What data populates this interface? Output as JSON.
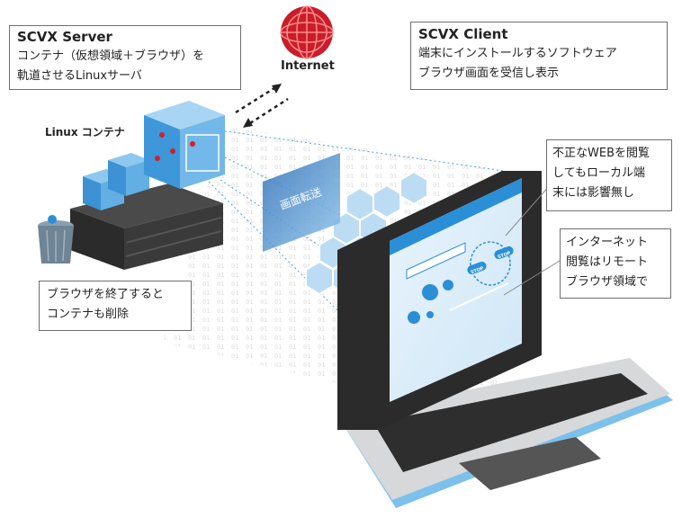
{
  "server_box": {
    "title": "SCVX Server",
    "lines": [
      "コンテナ（仮想領域＋ブラウザ）を",
      "軌道させるLinuxサーバ"
    ]
  },
  "client_box": {
    "title": "SCVX Client",
    "lines": [
      "端末にインストールするソフトウェア",
      "ブラウザ画面を受信し表示"
    ]
  },
  "internet_label": "Internet",
  "container_label": "Linux コンテナ",
  "transfer_label": "画面転送",
  "callout_unsafe": {
    "lines": [
      "不正なWEBを閲覧",
      "してもローカル端",
      "末には影響無し"
    ]
  },
  "callout_remote": {
    "lines": [
      "インターネット",
      "閲覧はリモート",
      "ブラウザ領域で"
    ]
  },
  "callout_delete": {
    "lines": [
      "ブラウザを終了すると",
      "コンテナも削除"
    ]
  },
  "stop_label": "STOP",
  "colors": {
    "accent": "#2a8fd6",
    "light_blue": "#bfe0f5",
    "dark": "#2b2b2b",
    "red": "#d21f2a"
  }
}
